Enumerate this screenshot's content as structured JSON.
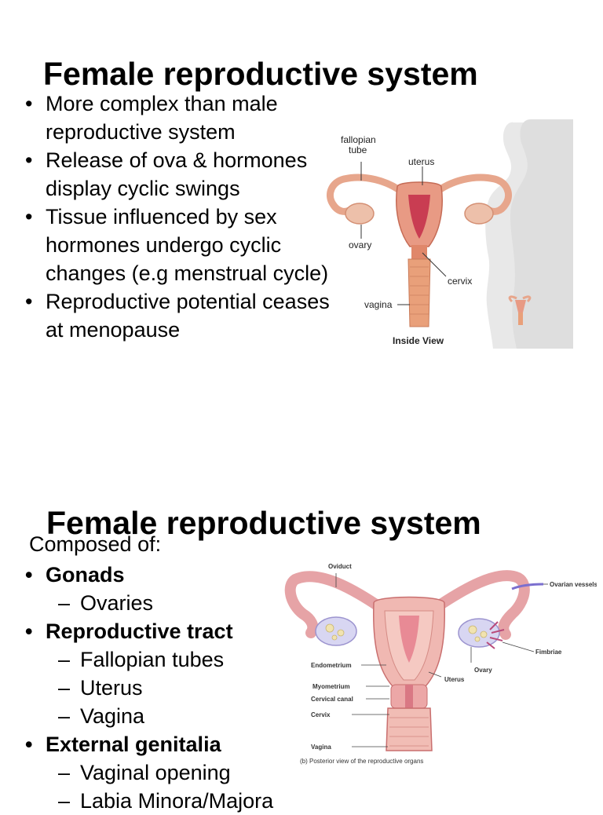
{
  "slide1": {
    "title": "Female reproductive system",
    "bullets": [
      "More complex than male reproductive system",
      "Release of ova & hormones display cyclic swings",
      "Tissue influenced by sex hormones undergo cyclic changes (e.g menstrual cycle)",
      "Reproductive potential ceases at menopause"
    ],
    "figure": {
      "labels": {
        "fallopian_tube_1": "fallopian",
        "fallopian_tube_2": "tube",
        "uterus": "uterus",
        "ovary": "ovary",
        "cervix": "cervix",
        "vagina": "vagina",
        "caption": "Inside View"
      }
    }
  },
  "slide2": {
    "title": "Female reproductive system",
    "lead": "Composed of:",
    "groups": [
      {
        "label": "Gonads",
        "items": [
          "Ovaries"
        ]
      },
      {
        "label": "Reproductive tract",
        "items": [
          "Fallopian tubes",
          "Uterus",
          "Vagina"
        ]
      },
      {
        "label": "External genitalia",
        "items": [
          "Vaginal opening",
          "Labia Minora/Majora"
        ]
      }
    ],
    "figure": {
      "labels": {
        "oviduct": "Oviduct",
        "ovarian_vessels": "Ovarian vessels",
        "fimbriae": "Fimbriae",
        "ovary": "Ovary",
        "uterus": "Uterus",
        "endometrium": "Endometrium",
        "myometrium": "Myometrium",
        "cervical_canal": "Cervical canal",
        "cervix": "Cervix",
        "vagina": "Vagina",
        "caption": "(b) Posterior view of the reproductive organs"
      }
    }
  }
}
